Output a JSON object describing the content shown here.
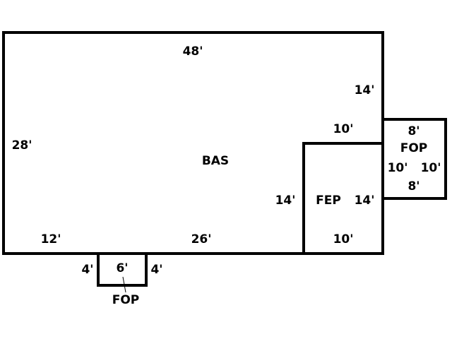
{
  "areas": {
    "bas": {
      "label": "BAS",
      "dims": {
        "top": "48'",
        "left": "28'",
        "right_upper": "14'",
        "bottom_left": "12'",
        "bottom_right": "26'"
      }
    },
    "fep": {
      "label": "FEP",
      "dims": {
        "top": "10'",
        "left": "14'",
        "right": "14'",
        "bottom": "10'"
      }
    },
    "fop_right": {
      "label": "FOP",
      "dims": {
        "top": "8'",
        "left": "10'",
        "right": "10'",
        "bottom": "8'"
      }
    },
    "fop_bottom": {
      "label": "FOP",
      "dims": {
        "a": "4'",
        "b": "6'",
        "c": "4'"
      }
    }
  }
}
